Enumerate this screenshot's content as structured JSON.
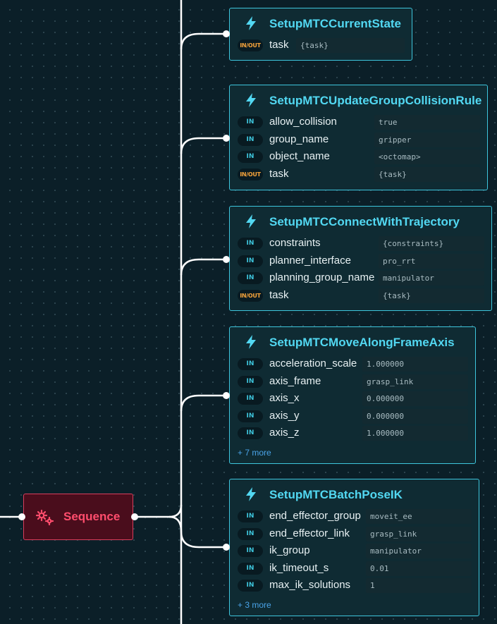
{
  "sequence": {
    "label": "Sequence",
    "icon": "gears-icon"
  },
  "nodes": [
    {
      "title": "SetupMTCCurrentState",
      "icon": "lightning-bolt-icon",
      "ports": [
        {
          "dir": "IN/OUT",
          "name": "task",
          "value": "{task}"
        }
      ]
    },
    {
      "title": "SetupMTCUpdateGroupCollisionRule",
      "icon": "lightning-bolt-icon",
      "ports": [
        {
          "dir": "IN",
          "name": "allow_collision",
          "value": "true"
        },
        {
          "dir": "IN",
          "name": "group_name",
          "value": "gripper"
        },
        {
          "dir": "IN",
          "name": "object_name",
          "value": "<octomap>"
        },
        {
          "dir": "IN/OUT",
          "name": "task",
          "value": "{task}"
        }
      ]
    },
    {
      "title": "SetupMTCConnectWithTrajectory",
      "icon": "lightning-bolt-icon",
      "ports": [
        {
          "dir": "IN",
          "name": "constraints",
          "value": "{constraints}"
        },
        {
          "dir": "IN",
          "name": "planner_interface",
          "value": "pro_rrt"
        },
        {
          "dir": "IN",
          "name": "planning_group_name",
          "value": "manipulator"
        },
        {
          "dir": "IN/OUT",
          "name": "task",
          "value": "{task}"
        }
      ]
    },
    {
      "title": "SetupMTCMoveAlongFrameAxis",
      "icon": "lightning-bolt-icon",
      "ports": [
        {
          "dir": "IN",
          "name": "acceleration_scale",
          "value": "1.000000"
        },
        {
          "dir": "IN",
          "name": "axis_frame",
          "value": "grasp_link"
        },
        {
          "dir": "IN",
          "name": "axis_x",
          "value": "0.000000"
        },
        {
          "dir": "IN",
          "name": "axis_y",
          "value": "0.000000"
        },
        {
          "dir": "IN",
          "name": "axis_z",
          "value": "1.000000"
        }
      ],
      "more": "+ 7 more"
    },
    {
      "title": "SetupMTCBatchPoseIK",
      "icon": "lightning-bolt-icon",
      "ports": [
        {
          "dir": "IN",
          "name": "end_effector_group",
          "value": "moveit_ee"
        },
        {
          "dir": "IN",
          "name": "end_effector_link",
          "value": "grasp_link"
        },
        {
          "dir": "IN",
          "name": "ik_group",
          "value": "manipulator"
        },
        {
          "dir": "IN",
          "name": "ik_timeout_s",
          "value": "0.01"
        },
        {
          "dir": "IN",
          "name": "max_ik_solutions",
          "value": "1"
        }
      ],
      "more": "+ 3 more"
    }
  ]
}
